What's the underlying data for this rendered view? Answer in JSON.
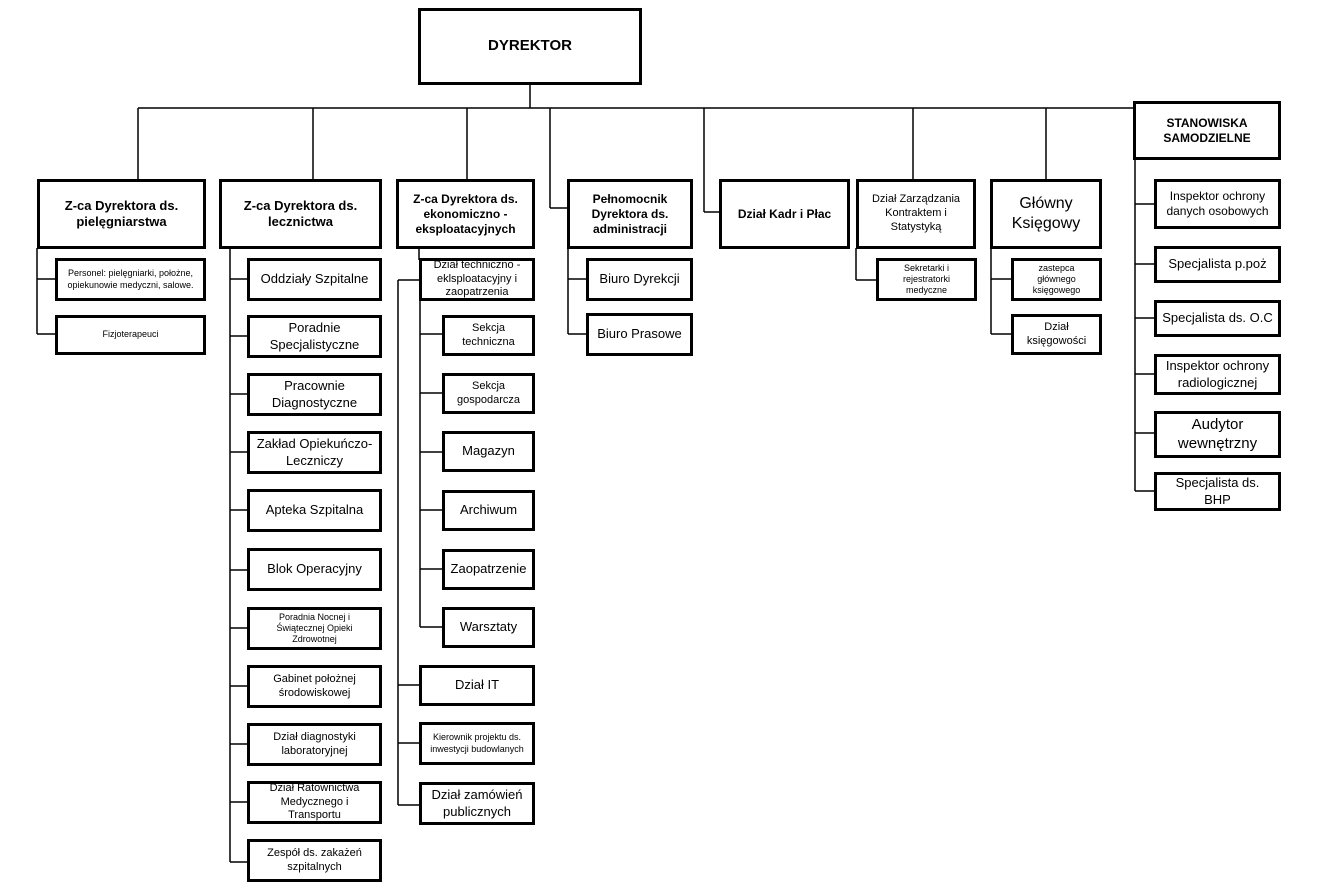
{
  "director": "DYREKTOR",
  "heads": {
    "nursing": "Z-ca Dyrektora ds. pielęgniarstwa",
    "medical": "Z-ca Dyrektora ds. lecznictwa",
    "economic": "Z-ca Dyrektora ds. ekonomiczno - eksploatacyjnych",
    "plenipotentiary": "Pełnomocnik Dyrektora ds. administracji",
    "hr": "Dział Kadr i Płac",
    "contracts": "Dział Zarządzania Kontraktem i Statystyką",
    "accountant": "Główny Księgowy",
    "independent": "STANOWISKA SAMODZIELNE"
  },
  "nursing_units": [
    "Personel: pielęgniarki, położne, opiekunowie medyczni, salowe.",
    "Fizjoterapeuci"
  ],
  "medical_units": [
    "Oddziały Szpitalne",
    "Poradnie Specjalistyczne",
    "Pracownie Diagnostyczne",
    "Zakład Opiekuńczo-Leczniczy",
    "Apteka Szpitalna",
    "Blok Operacyjny",
    "Poradnia Nocnej i Świątecznej Opieki Zdrowotnej",
    "Gabinet położnej środowiskowej",
    "Dział diagnostyki laboratoryjnej",
    "Dział Ratownictwa Medycznego i Transportu",
    "Zespół ds. zakażeń szpitalnych"
  ],
  "economic_units": {
    "technical": "Dział techniczno - eklsploatacyjny i zaopatrzenia",
    "technical_subunits": [
      "Sekcja techniczna",
      "Sekcja gospodarcza",
      "Magazyn",
      "Archiwum",
      "Zaopatrzenie",
      "Warsztaty"
    ],
    "others": [
      "Dział IT",
      "Kierownik projektu ds. inwestycji budowlanych",
      "Dział zamówień publicznych"
    ]
  },
  "plenipotentiary_units": [
    "Biuro Dyrekcji",
    "Biuro Prasowe"
  ],
  "contracts_units": [
    "Sekretarki i rejestratorki medyczne"
  ],
  "accountant_units": [
    "zastepca głównego księgowego",
    "Dział księgowości"
  ],
  "independent_units": [
    "Inspektor ochrony danych osobowych",
    "Specjalista p.poż",
    "Specjalista ds. O.C",
    "Inspektor ochrony radiologicznej",
    "Audytor wewnętrzny",
    "Specjalista ds. BHP"
  ]
}
